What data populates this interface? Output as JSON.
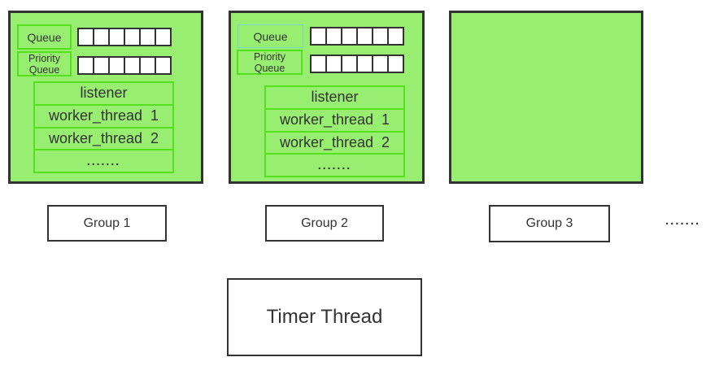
{
  "diagram": {
    "groups": [
      {
        "label": "Group 1",
        "queue_label": "Queue",
        "priority_queue_line1": "Priority",
        "priority_queue_line2": "Queue",
        "queue_cell_count": 6,
        "priority_queue_cell_count": 6,
        "threads": [
          "listener",
          "worker_thread  1",
          "worker_thread  2",
          "......."
        ]
      },
      {
        "label": "Group 2",
        "queue_label": "Queue",
        "priority_queue_line1": "Priority",
        "priority_queue_line2": "Queue",
        "queue_cell_count": 6,
        "priority_queue_cell_count": 6,
        "threads": [
          "listener",
          "worker_thread  1",
          "worker_thread  2",
          "......."
        ]
      },
      {
        "label": "Group 3"
      }
    ],
    "more_groups_ellipsis": ".......",
    "timer_label": "Timer Thread"
  },
  "colors": {
    "group_fill": "#97ee70",
    "inner_border_green": "#55e01e",
    "queue_border_cyan": "#79d7c9",
    "outline_dark": "#333333",
    "cell_fill": "#ffffff",
    "page_background": "#ffffff"
  }
}
